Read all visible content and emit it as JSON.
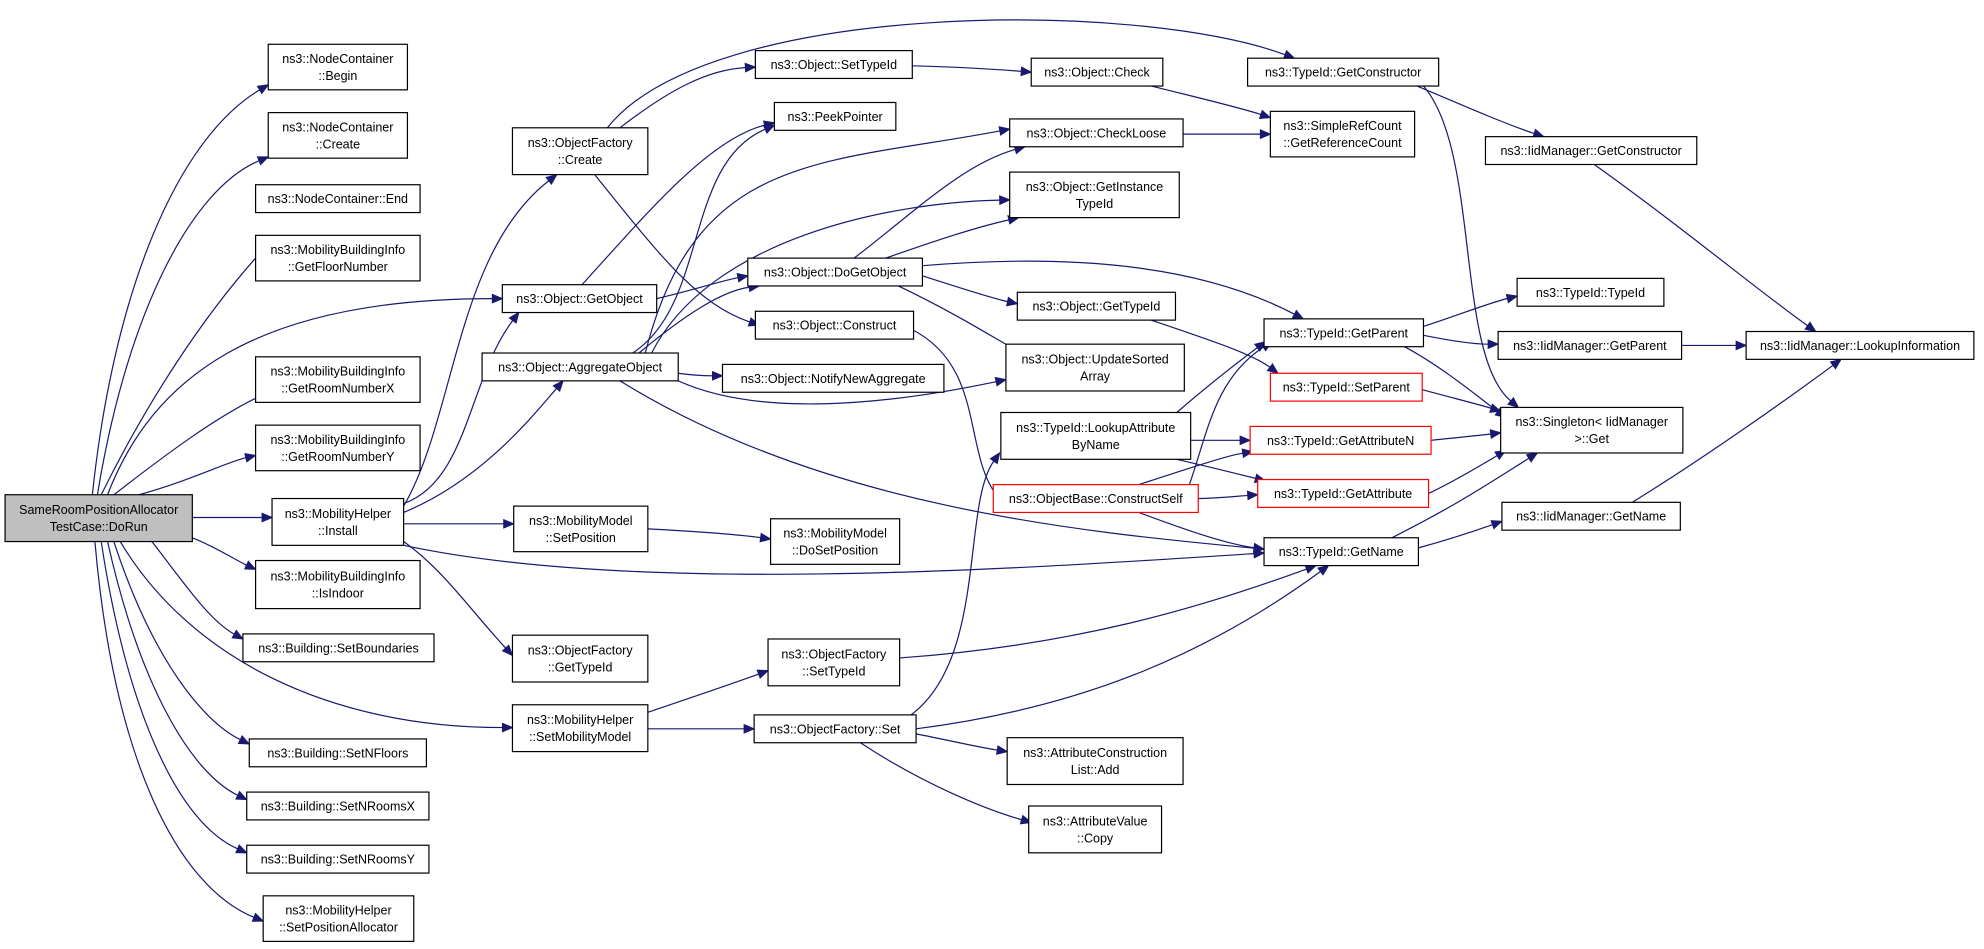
{
  "diagram": {
    "kind": "call-graph",
    "colors": {
      "edge": "#191970",
      "root_fill": "#bfbfbf",
      "truncated_border": "#ff0000"
    },
    "nodes": [
      {
        "id": "root",
        "lines": [
          "SameRoomPositionAllocator",
          "TestCase::DoRun"
        ],
        "style": "root"
      },
      {
        "id": "ncBegin",
        "lines": [
          "ns3::NodeContainer",
          "::Begin"
        ]
      },
      {
        "id": "ncCreate",
        "lines": [
          "ns3::NodeContainer",
          "::Create"
        ]
      },
      {
        "id": "ncEnd",
        "lines": [
          "ns3::NodeContainer::End"
        ]
      },
      {
        "id": "mbiFloor",
        "lines": [
          "ns3::MobilityBuildingInfo",
          "::GetFloorNumber"
        ]
      },
      {
        "id": "mbiRoomX",
        "lines": [
          "ns3::MobilityBuildingInfo",
          "::GetRoomNumberX"
        ]
      },
      {
        "id": "mbiRoomY",
        "lines": [
          "ns3::MobilityBuildingInfo",
          "::GetRoomNumberY"
        ]
      },
      {
        "id": "mbiIndoor",
        "lines": [
          "ns3::MobilityBuildingInfo",
          "::IsIndoor"
        ]
      },
      {
        "id": "bSetBounds",
        "lines": [
          "ns3::Building::SetBoundaries"
        ]
      },
      {
        "id": "bSetFloors",
        "lines": [
          "ns3::Building::SetNFloors"
        ]
      },
      {
        "id": "bSetRoomsX",
        "lines": [
          "ns3::Building::SetNRoomsX"
        ]
      },
      {
        "id": "bSetRoomsY",
        "lines": [
          "ns3::Building::SetNRoomsY"
        ]
      },
      {
        "id": "mhSetPosAlloc",
        "lines": [
          "ns3::MobilityHelper",
          "::SetPositionAllocator"
        ]
      },
      {
        "id": "ofCreate",
        "lines": [
          "ns3::ObjectFactory",
          "::Create"
        ]
      },
      {
        "id": "oGetObject",
        "lines": [
          "ns3::Object::GetObject"
        ]
      },
      {
        "id": "oAggregate",
        "lines": [
          "ns3::Object::AggregateObject"
        ]
      },
      {
        "id": "mhInstall",
        "lines": [
          "ns3::MobilityHelper",
          "::Install"
        ]
      },
      {
        "id": "ofGetTypeId",
        "lines": [
          "ns3::ObjectFactory",
          "::GetTypeId"
        ]
      },
      {
        "id": "mhSetModel",
        "lines": [
          "ns3::MobilityHelper",
          "::SetMobilityModel"
        ]
      },
      {
        "id": "oSetTypeId",
        "lines": [
          "ns3::Object::SetTypeId"
        ]
      },
      {
        "id": "peek",
        "lines": [
          "ns3::PeekPointer"
        ]
      },
      {
        "id": "oDoGet",
        "lines": [
          "ns3::Object::DoGetObject"
        ]
      },
      {
        "id": "oConstruct",
        "lines": [
          "ns3::Object::Construct"
        ]
      },
      {
        "id": "oNotify",
        "lines": [
          "ns3::Object::NotifyNewAggregate"
        ]
      },
      {
        "id": "mmSetPos",
        "lines": [
          "ns3::MobilityModel",
          "::SetPosition"
        ]
      },
      {
        "id": "mmDoSetPos",
        "lines": [
          "ns3::MobilityModel",
          "::DoSetPosition"
        ]
      },
      {
        "id": "ofSetTypeId",
        "lines": [
          "ns3::ObjectFactory",
          "::SetTypeId"
        ]
      },
      {
        "id": "ofSet",
        "lines": [
          "ns3::ObjectFactory::Set"
        ]
      },
      {
        "id": "oCheck",
        "lines": [
          "ns3::Object::Check"
        ]
      },
      {
        "id": "oCheckLoose",
        "lines": [
          "ns3::Object::CheckLoose"
        ]
      },
      {
        "id": "oGetInst",
        "lines": [
          "ns3::Object::GetInstance",
          "TypeId"
        ]
      },
      {
        "id": "oGetTypeId",
        "lines": [
          "ns3::Object::GetTypeId"
        ]
      },
      {
        "id": "oUpdSorted",
        "lines": [
          "ns3::Object::UpdateSorted",
          "Array"
        ]
      },
      {
        "id": "tLookupAttr",
        "lines": [
          "ns3::TypeId::LookupAttribute",
          "ByName"
        ]
      },
      {
        "id": "obConstructSelf",
        "lines": [
          "ns3::ObjectBase::ConstructSelf"
        ],
        "style": "trunc"
      },
      {
        "id": "acAdd",
        "lines": [
          "ns3::AttributeConstruction",
          "List::Add"
        ]
      },
      {
        "id": "avCopy",
        "lines": [
          "ns3::AttributeValue",
          "::Copy"
        ]
      },
      {
        "id": "tGetCtor",
        "lines": [
          "ns3::TypeId::GetConstructor"
        ]
      },
      {
        "id": "srcGetRef",
        "lines": [
          "ns3::SimpleRefCount",
          "::GetReferenceCount"
        ]
      },
      {
        "id": "tGetParent",
        "lines": [
          "ns3::TypeId::GetParent"
        ]
      },
      {
        "id": "tSetParent",
        "lines": [
          "ns3::TypeId::SetParent"
        ],
        "style": "trunc"
      },
      {
        "id": "tGetAttrN",
        "lines": [
          "ns3::TypeId::GetAttributeN"
        ],
        "style": "trunc"
      },
      {
        "id": "tGetAttr",
        "lines": [
          "ns3::TypeId::GetAttribute"
        ],
        "style": "trunc"
      },
      {
        "id": "tGetName",
        "lines": [
          "ns3::TypeId::GetName"
        ]
      },
      {
        "id": "imGetCtor",
        "lines": [
          "ns3::IidManager::GetConstructor"
        ]
      },
      {
        "id": "tTypeId",
        "lines": [
          "ns3::TypeId::TypeId"
        ]
      },
      {
        "id": "imGetParent",
        "lines": [
          "ns3::IidManager::GetParent"
        ]
      },
      {
        "id": "singleton",
        "lines": [
          "ns3::Singleton< IidManager",
          ">::Get"
        ]
      },
      {
        "id": "imGetName",
        "lines": [
          "ns3::IidManager::GetName"
        ]
      },
      {
        "id": "imLookup",
        "lines": [
          "ns3::IidManager::LookupInformation"
        ]
      }
    ]
  }
}
